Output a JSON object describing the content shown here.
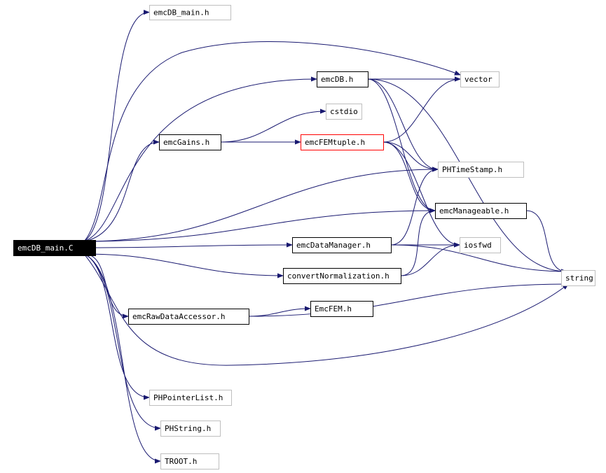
{
  "diagram": {
    "title": "",
    "nodes": {
      "root": {
        "label": "emcDB_main.C",
        "style": "root"
      },
      "emcDB_main_h": {
        "label": "emcDB_main.h",
        "style": "gray"
      },
      "emcDB_h": {
        "label": "emcDB.h",
        "style": "black"
      },
      "vector": {
        "label": "vector",
        "style": "gray"
      },
      "cstdio": {
        "label": "cstdio",
        "style": "gray"
      },
      "emcGains_h": {
        "label": "emcGains.h",
        "style": "black"
      },
      "emcFEMtuple_h": {
        "label": "emcFEMtuple.h",
        "style": "red"
      },
      "PHTimeStamp_h": {
        "label": "PHTimeStamp.h",
        "style": "gray"
      },
      "emcManageable_h": {
        "label": "emcManageable.h",
        "style": "black"
      },
      "emcDataManager_h": {
        "label": "emcDataManager.h",
        "style": "black"
      },
      "iosfwd": {
        "label": "iosfwd",
        "style": "gray"
      },
      "convertNormalization_h": {
        "label": "convertNormalization.h",
        "style": "black"
      },
      "string": {
        "label": "string",
        "style": "gray"
      },
      "emcRawDataAccessor_h": {
        "label": "emcRawDataAccessor.h",
        "style": "black"
      },
      "EmcFEM_h": {
        "label": "EmcFEM.h",
        "style": "black"
      },
      "PHPointerList_h": {
        "label": "PHPointerList.h",
        "style": "gray"
      },
      "PHString_h": {
        "label": "PHString.h",
        "style": "gray"
      },
      "TROOT_h": {
        "label": "TROOT.h",
        "style": "gray"
      }
    },
    "edges": [
      [
        "root",
        "emcDB_main_h"
      ],
      [
        "root",
        "vector"
      ],
      [
        "root",
        "emcDB_h"
      ],
      [
        "root",
        "emcGains_h"
      ],
      [
        "root",
        "PHTimeStamp_h"
      ],
      [
        "root",
        "emcManageable_h"
      ],
      [
        "root",
        "emcDataManager_h"
      ],
      [
        "root",
        "convertNormalization_h"
      ],
      [
        "root",
        "emcRawDataAccessor_h"
      ],
      [
        "root",
        "string"
      ],
      [
        "root",
        "PHPointerList_h"
      ],
      [
        "root",
        "PHString_h"
      ],
      [
        "root",
        "TROOT_h"
      ],
      [
        "emcDB_h",
        "vector"
      ],
      [
        "emcDB_h",
        "PHTimeStamp_h"
      ],
      [
        "emcDB_h",
        "emcManageable_h"
      ],
      [
        "emcDB_h",
        "string"
      ],
      [
        "emcGains_h",
        "cstdio"
      ],
      [
        "emcGains_h",
        "emcFEMtuple_h"
      ],
      [
        "emcFEMtuple_h",
        "vector"
      ],
      [
        "emcFEMtuple_h",
        "PHTimeStamp_h"
      ],
      [
        "emcFEMtuple_h",
        "emcManageable_h"
      ],
      [
        "emcFEMtuple_h",
        "iosfwd"
      ],
      [
        "emcDataManager_h",
        "iosfwd"
      ],
      [
        "emcDataManager_h",
        "PHTimeStamp_h"
      ],
      [
        "emcDataManager_h",
        "string"
      ],
      [
        "emcManageable_h",
        "string"
      ],
      [
        "convertNormalization_h",
        "emcManageable_h"
      ],
      [
        "convertNormalization_h",
        "iosfwd"
      ],
      [
        "emcRawDataAccessor_h",
        "EmcFEM_h"
      ],
      [
        "emcRawDataAccessor_h",
        "string"
      ]
    ],
    "colors": {
      "edge": "#191970",
      "root_fill": "#000000",
      "root_text": "#ffffff",
      "black_border": "#000000",
      "gray_border": "#bfbfbf",
      "red_border": "#ff0000"
    }
  }
}
